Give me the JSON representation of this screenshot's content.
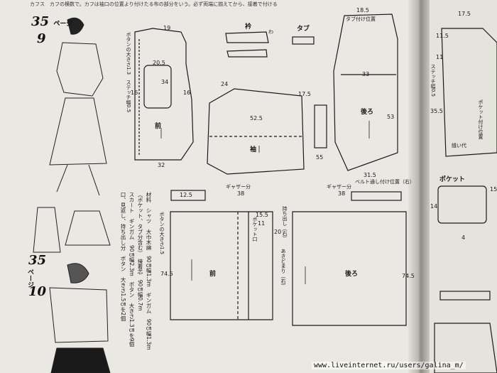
{
  "header": {
    "text": "カフス　カフの横数で。カフは袖口の位置より付けたる布の部分をいう。必ず両端に揃えてから、接着で付ける"
  },
  "issue1": {
    "number": "35",
    "page_label": "ページ",
    "pattern": "9"
  },
  "issue2": {
    "number": "35",
    "page_label": "ページ",
    "pattern": "10"
  },
  "labels": {
    "front": "前",
    "sleeve": "袖",
    "back": "後ろ",
    "collar": "衿",
    "tab": "タブ",
    "pocket": "ポケット",
    "skirt_front": "前",
    "skirt_back": "後ろ",
    "wa": "わ",
    "gather1": "ギャザー分",
    "gather2": "ギャザー分",
    "tuck_note": "ポケット付け位置",
    "button_note": "ボタンの大きさ1.3　ステッチ幅0.5",
    "button_note2": "ボタンの大きさ1.5",
    "yoke_note": "タブ付け位置",
    "placket": "ポケット口",
    "open_note": "あきどまり（右）",
    "hip_note": "持ち出し（右）",
    "belt_note": "ベルト通し付け位置（右）",
    "stitch_note": "ステッチ幅0.5",
    "side_note": "縫い代"
  },
  "dims": {
    "d185": "18.5",
    "d19": "19",
    "d33": "33",
    "d53": "53",
    "d315": "31.5",
    "d525": "52.5",
    "d38a": "38",
    "d38b": "38",
    "d745a": "74.5",
    "d745b": "74.5",
    "d205": "20.5",
    "d34": "34",
    "d32": "32",
    "d16a": "16",
    "d16b": "16",
    "d175": "17.5",
    "d24": "24",
    "d55": "55",
    "d11": "11",
    "d20": "20",
    "d155": "15.5",
    "d125": "12.5",
    "d115": "11.5",
    "d175b": "17.5",
    "d11b": "11",
    "d355": "35.5",
    "d14": "14",
    "d4": "4",
    "d15": "15"
  },
  "materials": {
    "line1": "材料　シャツ　大巾木綿　90㎝幅1.3m　ギンガム　90㎝幅1.3m",
    "line2": "（ポケット、タブ分含む）　接着芯　90㎝幅0.7m",
    "line3": "スカート　ギンガム　90㎝幅2.3m　ボタン　大きさ1.3㎝を9個",
    "line4": "口、見返し、持ち出し分　ボタン　大きさ1.5㎝を2個"
  },
  "watermark": {
    "url": "www.liveinternet.ru/users/galina_m/"
  }
}
